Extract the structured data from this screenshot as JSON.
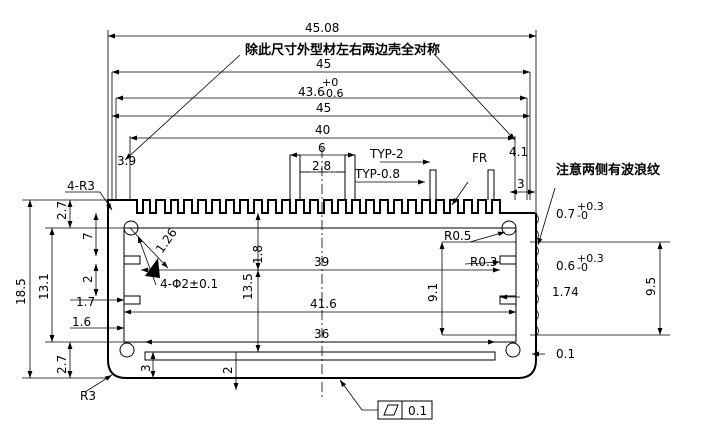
{
  "notes": {
    "symmetric_note": "除此尺寸外型材左右两边壳全对称",
    "wave_note": "注意两侧有波浪纹"
  },
  "dimensions": {
    "overall_width_4508": "45.08",
    "width_45_upper": "45",
    "tol_width_base": "43.6",
    "tol_width_upper": "+0",
    "tol_width_lower": "-0.6",
    "width_45_lower": "45",
    "fin_span_40": "40",
    "fin_pitch_6": "6",
    "fin_gap_28": "2.8",
    "typ_2": "TYP-2",
    "typ_08": "TYP-0.8",
    "fr": "FR",
    "edge_39": "3.9",
    "edge_41": "4.1",
    "edge_3_right": "3",
    "radius_4r3": "4-R3",
    "dim_27_top": "2.7",
    "dim_7": "7",
    "dim_126": "1.26",
    "dim_18": "1.8",
    "hole_callout": "4-Φ2±0.1",
    "inner_39": "39",
    "r05": "R0.5",
    "r03": "R0.3",
    "slot_07_base": "0.7",
    "slot_07_tol_upper": "+0.3",
    "slot_07_tol_lower": "-0",
    "slot_06_base": "0.6",
    "slot_06_tol_upper": "+0.3",
    "slot_06_tol_lower": "-0",
    "height_185": "18.5",
    "height_131": "13.1",
    "dim_2_left": "2",
    "dim_17": "1.7",
    "dim_16": "1.6",
    "dim_135": "13.5",
    "dim_91": "9.1",
    "dim_174": "1.74",
    "dim_95": "9.5",
    "inner_416": "41.6",
    "inner_36": "36",
    "dim_27_bottom": "2.7",
    "dim_3_bottom": "3",
    "dim_2_bottom": "2",
    "dim_01_right": "0.1",
    "r3_bottom": "R3",
    "flatness_value": "0.1"
  }
}
